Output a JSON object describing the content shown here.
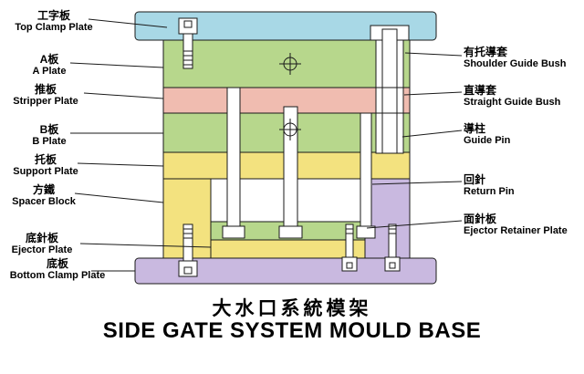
{
  "title": {
    "cn": "大水口系統模架",
    "en": "SIDE GATE SYSTEM MOULD BASE"
  },
  "left_labels": [
    {
      "cn": "工字板",
      "en": "Top Clamp Plate"
    },
    {
      "cn": "A板",
      "en": "A Plate"
    },
    {
      "cn": "推板",
      "en": "Stripper Plate"
    },
    {
      "cn": "B板",
      "en": "B Plate"
    },
    {
      "cn": "托板",
      "en": "Support Plate"
    },
    {
      "cn": "方鐵",
      "en": "Spacer Block"
    },
    {
      "cn": "底針板",
      "en": "Ejector Plate"
    },
    {
      "cn": "底板",
      "en": "Bottom Clamp Plate"
    }
  ],
  "right_labels": [
    {
      "cn": "有托導套",
      "en": "Shoulder Guide Bush"
    },
    {
      "cn": "直導套",
      "en": "Straight Guide Bush"
    },
    {
      "cn": "導柱",
      "en": "Guide Pin"
    },
    {
      "cn": "回針",
      "en": "Return Pin"
    },
    {
      "cn": "面針板",
      "en": "Ejector Retainer Plate"
    }
  ],
  "colors": {
    "top_clamp_plate": "#a8d8e6",
    "a_plate": "#b7d78c",
    "stripper_plate": "#f0bcb0",
    "b_plate": "#b7d78c",
    "support_plate": "#f3e27f",
    "spacer_block": "#f3e27f",
    "spacer_block_right": "#c9b9e0",
    "ejector_retainer_plate": "#b7d78c",
    "ejector_plate": "#f3e27f",
    "bottom_clamp_plate": "#c9b9e0",
    "pin": "#ffffff",
    "outline": "#1a1a1a"
  }
}
